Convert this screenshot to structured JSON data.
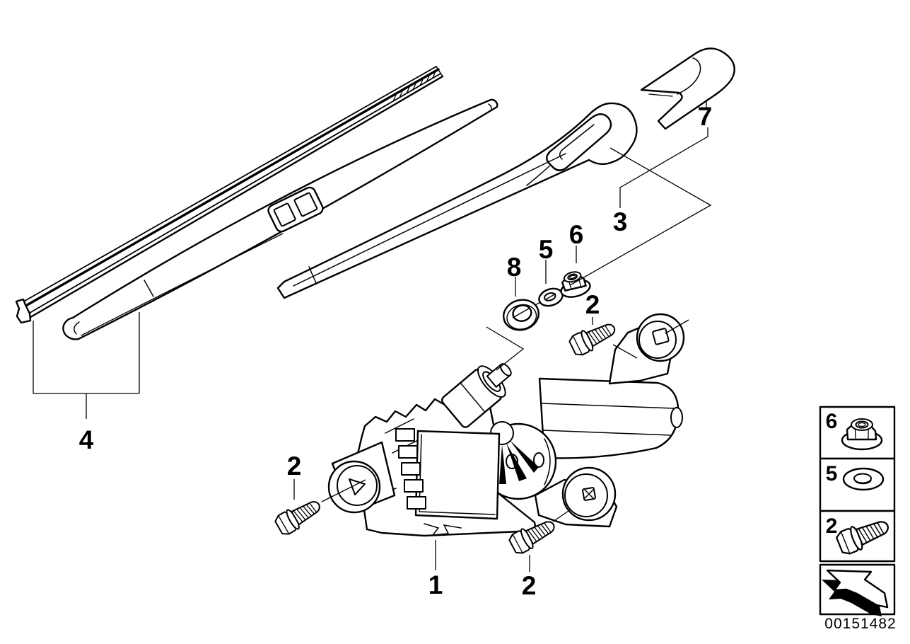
{
  "colors": {
    "background": "#ffffff",
    "line": "#000000"
  },
  "callouts": {
    "motor": "1",
    "bolt_left": "2",
    "bolt_upper": "2",
    "bolt_lower": "2",
    "arm": "3",
    "blade_set": "4",
    "washer": "5",
    "nut": "6",
    "arm_cap": "7",
    "shaft_cover": "8"
  },
  "legend": {
    "items": [
      {
        "label": "6",
        "icon": "flange-nut-icon"
      },
      {
        "label": "5",
        "icon": "washer-icon"
      },
      {
        "label": "2",
        "icon": "bolt-icon"
      }
    ],
    "nav_icon": "back-arrow-icon"
  },
  "footer": {
    "code": "00151482"
  }
}
